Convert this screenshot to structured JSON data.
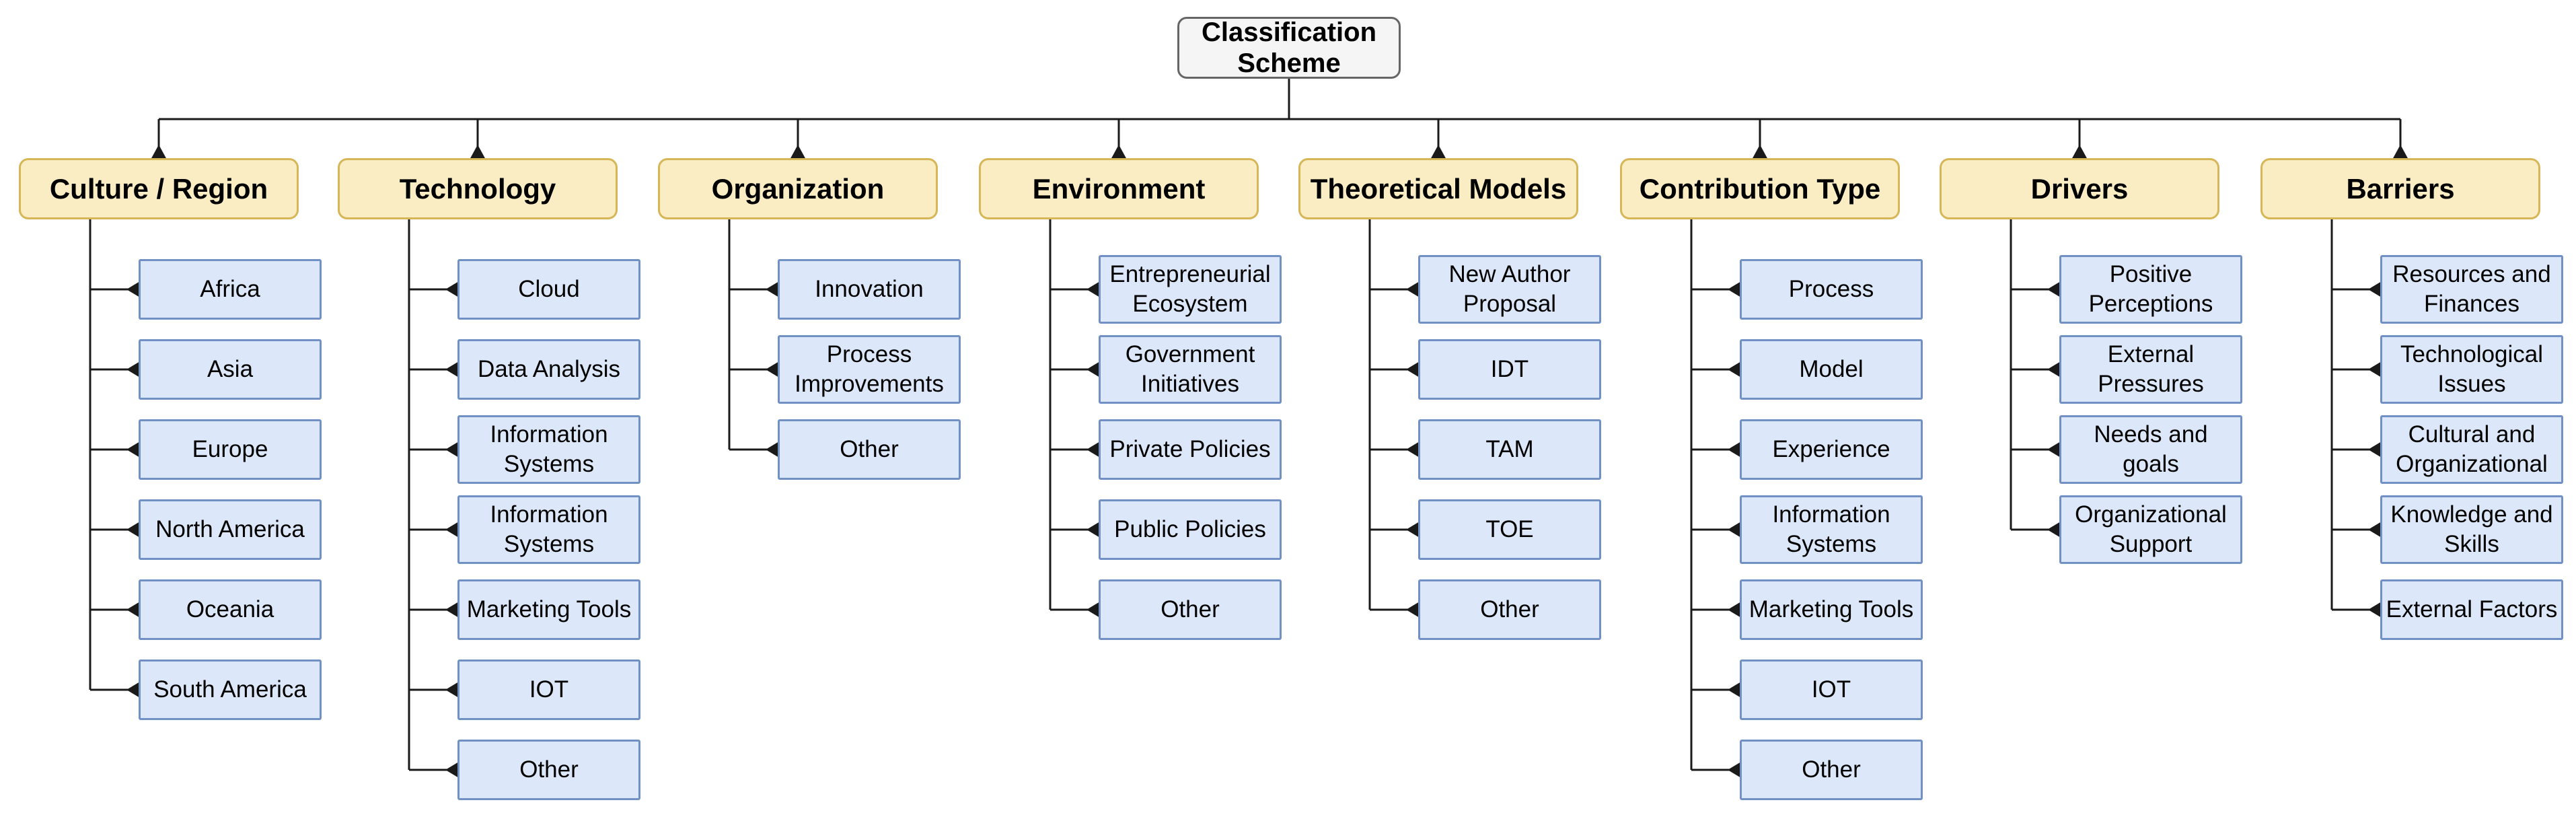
{
  "diagram": {
    "title": "Classification Scheme",
    "root": {
      "label": "Classification\nScheme"
    },
    "columns": [
      {
        "label": "Culture / Region",
        "children": [
          "Africa",
          "Asia",
          "Europe",
          "North America",
          "Oceania",
          "South America"
        ]
      },
      {
        "label": "Technology",
        "children": [
          "Cloud",
          "Data Analysis",
          "Information\nSystems",
          "Information\nSystems",
          "Marketing Tools",
          "IOT",
          "Other"
        ]
      },
      {
        "label": "Organization",
        "children": [
          "Innovation",
          "Process\nImprovements",
          "Other"
        ]
      },
      {
        "label": "Environment",
        "children": [
          "Entrepreneurial\nEcosystem",
          "Government\nInitiatives",
          "Private Policies",
          "Public Policies",
          "Other"
        ]
      },
      {
        "label": "Theoretical Models",
        "children": [
          "New Author\nProposal",
          "IDT",
          "TAM",
          "TOE",
          "Other"
        ]
      },
      {
        "label": "Contribution Type",
        "children": [
          "Process",
          "Model",
          "Experience",
          "Information\nSystems",
          "Marketing Tools",
          "IOT",
          "Other"
        ]
      },
      {
        "label": "Drivers",
        "children": [
          "Positive\nPerceptions",
          "External\nPressures",
          "Needs and\ngoals",
          "Organizational\nSupport"
        ]
      },
      {
        "label": "Barriers",
        "children": [
          "Resources and\nFinances",
          "Technological\nIssues",
          "Cultural and\nOrganizational",
          "Knowledge and\nSkills",
          "External Factors"
        ]
      }
    ],
    "colors": {
      "background": "#ffffff",
      "root_fill": "#f5f5f5",
      "root_stroke": "#666666",
      "header_fill": "#faedc3",
      "header_stroke": "#d6b656",
      "child_fill": "#dce8f9",
      "child_stroke": "#7191c4",
      "line": "#1a1a1a"
    }
  }
}
